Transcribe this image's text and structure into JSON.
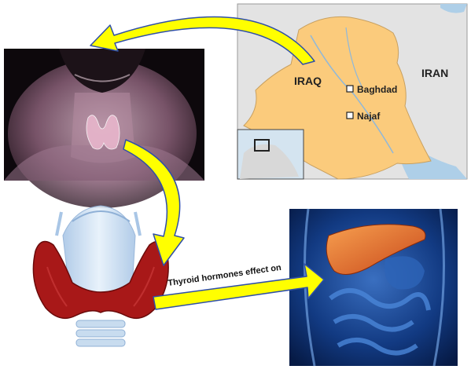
{
  "map": {
    "country_label": "IRAQ",
    "neighbor_label": "IRAN",
    "cities": [
      {
        "name": "Baghdad"
      },
      {
        "name": "Najaf"
      }
    ]
  },
  "arrow_caption": "Thyroid hormones effect on",
  "colors": {
    "map_land": "#fbcb7c",
    "map_bg": "#e3e3e3",
    "map_water": "#aecfe8",
    "arrow_fill": "#ffff00",
    "arrow_stroke": "#2f4fa8",
    "thyroid_red": "#a81818",
    "body_blue": "#0b2a6a",
    "liver_orange": "#e86a28",
    "neck_skin": "#c9a2b6"
  },
  "icons": [
    "neck-thyroid-image",
    "thyroid-gland-image",
    "liver-anatomy-image",
    "iraq-map-image"
  ]
}
